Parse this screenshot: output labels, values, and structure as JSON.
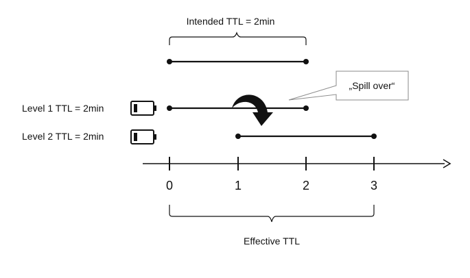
{
  "labels": {
    "intended_ttl": "Intended TTL = 2min",
    "effective_ttl": "Effective TTL",
    "callout": "„Spill over“",
    "level1": "Level 1 TTL = 2min",
    "level2": "Level 2 TTL = 2min"
  },
  "axis": {
    "ticks": [
      "0",
      "1",
      "2",
      "3"
    ]
  },
  "intervals": {
    "intended": [
      0,
      2
    ],
    "level1": [
      0,
      2
    ],
    "level2": [
      1,
      3
    ]
  },
  "colors": {
    "ink": "#111111",
    "callout_border": "#8a8a8a"
  },
  "icons": {
    "level1": "battery-low-icon",
    "level2": "battery-low-icon",
    "spill": "curved-arrow-icon"
  }
}
